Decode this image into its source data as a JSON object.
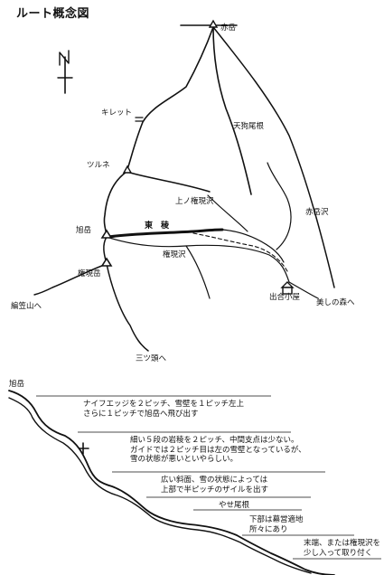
{
  "title": "ルート概念図",
  "north_label": "N",
  "peaks": {
    "akadake": "赤岳",
    "kirette": "キレット",
    "tsurune": "ツルネ",
    "asahidake": "旭岳",
    "gongendake": "権現岳"
  },
  "routes": {
    "tengu_one": "天狗尾根",
    "kami_no_gongensawa": "上ノ権現沢",
    "higashi_ryo": "東　稜",
    "gongensawa": "権現沢",
    "akadakesawa": "赤岳沢",
    "deai_goya": "出合小屋",
    "utsukushi_no_mori": "美しの森へ",
    "amigasayama": "編笠山へ",
    "mitsugashira": "三ツ頭へ"
  },
  "profile": {
    "top_label": "旭岳",
    "notes": [
      {
        "lines": [
          "ナイフエッジを２ピッチ、雪壁を１ピッチ左上",
          "さらに１ピッチで旭岳へ飛び出す"
        ]
      },
      {
        "lines": [
          "細い５段の岩稜を２ピッチ、中間支点は少ない。",
          "ガイドでは２ピッチ目は左の雪壁となっているが、",
          "雪の状態が悪いといやらしい。"
        ]
      },
      {
        "lines": [
          "広い斜面、雪の状態によっては",
          "上部で半ピッチのザイルを出す"
        ]
      },
      {
        "lines": [
          "やせ尾根"
        ]
      },
      {
        "lines": [
          "下部は幕営適地",
          "所々にあり"
        ]
      },
      {
        "lines": [
          "末端、または権現沢を",
          "少し入って取り付く"
        ]
      }
    ]
  }
}
